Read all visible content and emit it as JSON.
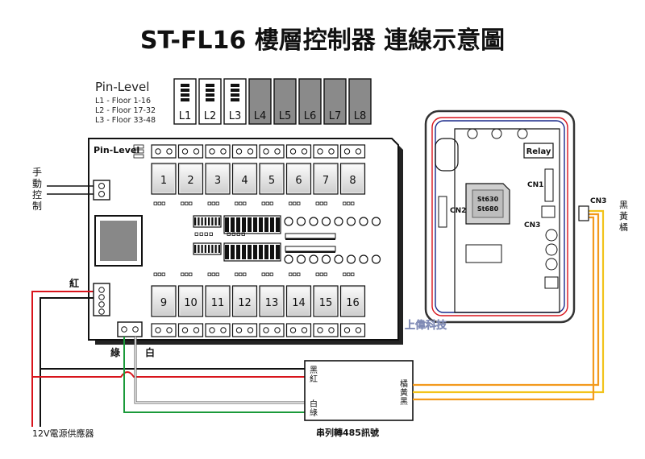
{
  "title": "ST-FL16 樓層控制器 連線示意圖",
  "pin_level": {
    "heading": "Pin-Level",
    "lines": [
      "L1 - Floor  1-16",
      "L2 - Floor 17-32",
      "L3 - Floor 33-48"
    ],
    "levels": [
      "L1",
      "L2",
      "L3",
      "L4",
      "L5",
      "L6",
      "L7",
      "L8"
    ]
  },
  "board": {
    "label": "Pin-Level",
    "relays_top": [
      "1",
      "2",
      "3",
      "4",
      "5",
      "6",
      "7",
      "8"
    ],
    "relays_bottom": [
      "9",
      "10",
      "11",
      "12",
      "13",
      "14",
      "15",
      "16"
    ]
  },
  "labels": {
    "manual": "手動控制",
    "red": "紅",
    "green": "綠",
    "white": "白",
    "power": "12V電源供應器",
    "converter_title": "串列轉485訊號",
    "conv_black": "黑",
    "conv_red": "紅",
    "conv_white": "白",
    "conv_green": "綠",
    "conv_orange_yellow_black": "橘黃黑",
    "cable_colors": "黑黃橘"
  },
  "reader": {
    "relay": "Relay",
    "cn1": "CN1",
    "cn2": "CN2",
    "cn3": "CN3",
    "cn3_outside": "CN3",
    "chip": [
      "St630",
      "St680"
    ],
    "watermark": "上偉科技"
  },
  "colors": {
    "red_wire": "#d8141c",
    "black_wire": "#111111",
    "green_wire": "#1a9a3a",
    "orange_wire": "#f39a1e",
    "yellow_wire": "#f2c31a",
    "relay_fill": "#e8e8e8",
    "level_dark": "#8a8a8a"
  }
}
